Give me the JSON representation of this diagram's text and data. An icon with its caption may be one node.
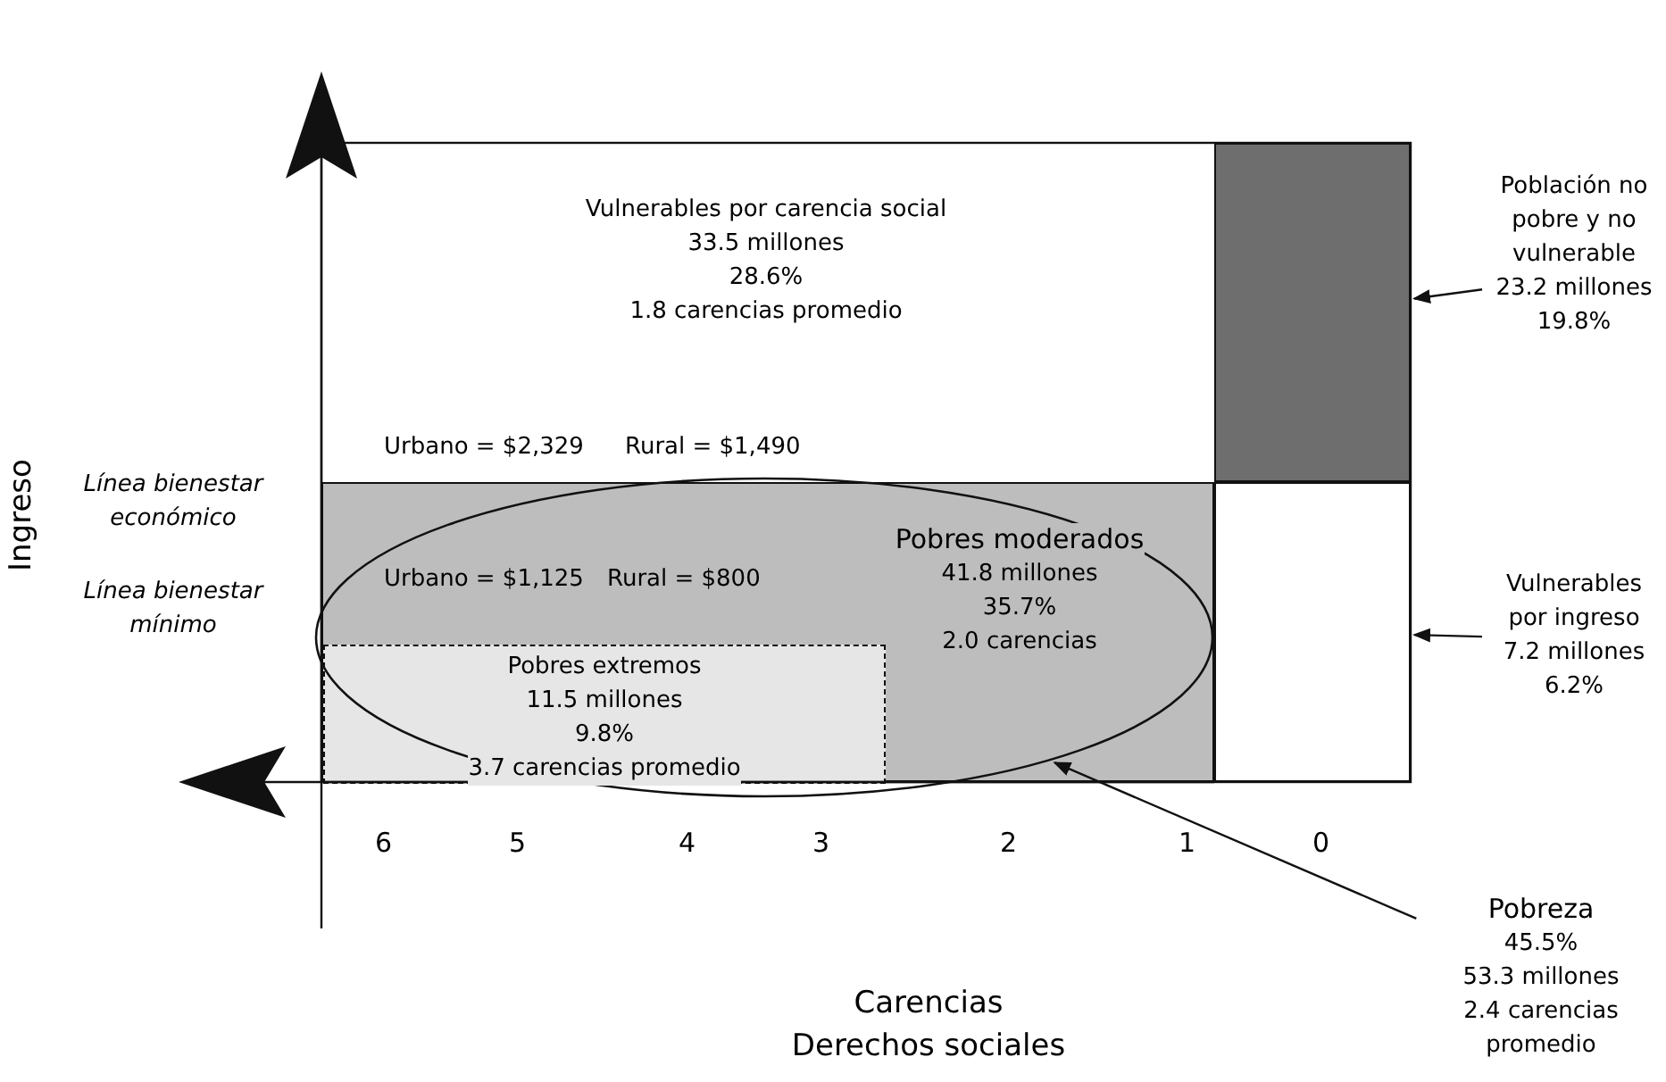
{
  "diagram": {
    "nodes": [
      {
        "text": [
          "Vulnerables por carencia social",
          "33.5 millones",
          "28.6%",
          "1.8 carencias promedio"
        ]
      },
      {
        "text": [],
        "shape": "box"
      },
      {
        "text": [
          "Población no pobre y no vulnerable",
          "23.2 millones",
          "19.8%"
        ]
      },
      {
        "text": [
          "Pobres moderados",
          "41.8 millones",
          "35.7%",
          "2.0 carencias"
        ]
      },
      {
        "text": [
          "Pobres extremos",
          "11.5 millones",
          "9.8%",
          "3.7 carencias promedio"
        ],
        "in": 3
      },
      {
        "text": [],
        "shape": "box"
      },
      {
        "text": [
          "Vulnerables por ingreso",
          "7.2 millones",
          "6.2%"
        ]
      },
      {
        "text": [],
        "shape": "circle"
      },
      {
        "text": [
          "Pobreza",
          "45.5%",
          "53.3 millones",
          "2.4 carencias promedio"
        ]
      }
    ],
    "edges": [
      {
        "from": 2,
        "to": 1,
        "arrow": "to"
      },
      {
        "from": 6,
        "to": 5,
        "arrow": "to"
      },
      {
        "from": 8,
        "to": 7,
        "arrow": "to"
      }
    ],
    "labels": [
      "Ingreso",
      "Urbano = $2,329",
      "Rural = $1,490",
      "Línea bienestar económico",
      "Línea bienestar mínimo",
      "Urbano = $1,125",
      "Rural = $800",
      "6",
      "5",
      "4",
      "3",
      "2",
      "1",
      "0",
      "Carencias",
      "Derechos sociales"
    ]
  }
}
